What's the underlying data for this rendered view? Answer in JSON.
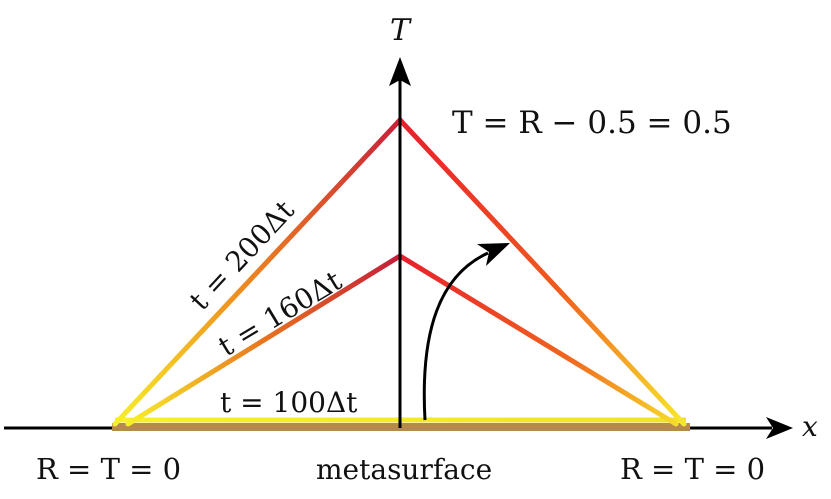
{
  "labels": {
    "t_axis": "T",
    "x_axis": "x",
    "formula": "T = R − 0.5 = 0.5",
    "t200": "t = 200Δt",
    "t160": "t = 160Δt",
    "t100": "t = 100Δt",
    "left_bc": "R = T = 0",
    "right_bc": "R = T = 0",
    "metasurface": "metasurface"
  },
  "colors": {
    "axis": "#000000",
    "metasurface": "#b58a4a",
    "yellow": "#f7ee2a",
    "orange": "#ef7a1f",
    "red": "#e0202e",
    "dark_red": "#c81f3a"
  }
}
